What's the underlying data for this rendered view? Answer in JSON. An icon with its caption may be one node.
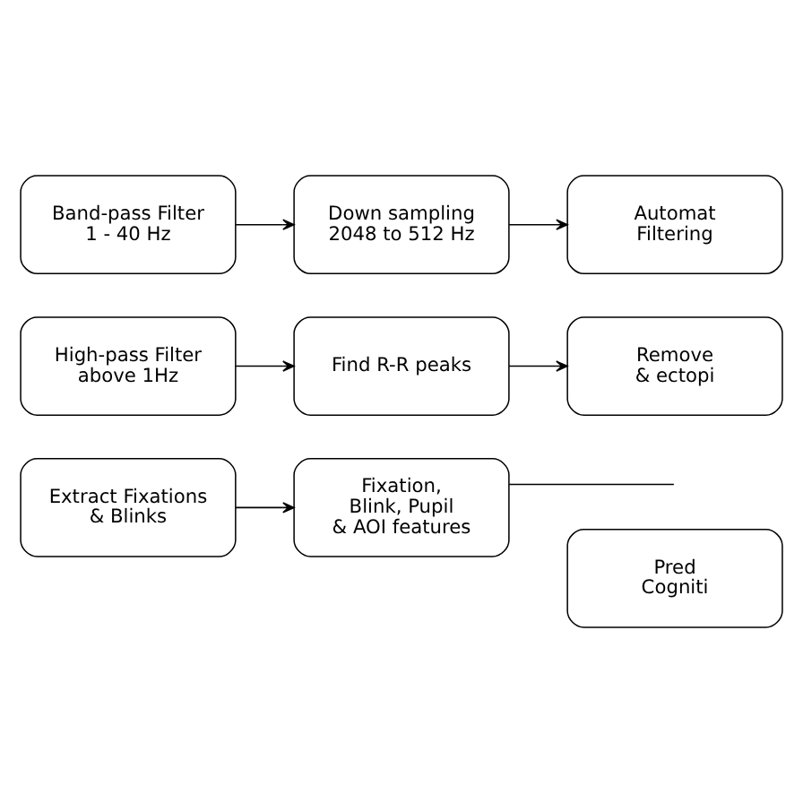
{
  "diagram": {
    "nodes": [
      {
        "text": [
          "Band-pass Filter 1 - 40 Hz"
        ]
      },
      {
        "text": [
          "Down sampling 2048 to 512 Hz"
        ]
      },
      {
        "text": [
          "Automat Filtering"
        ]
      },
      {
        "text": [
          "High-pass Filter above 1Hz"
        ]
      },
      {
        "text": [
          "Find R-R peaks"
        ]
      },
      {
        "text": [
          "Remove & ectopi"
        ]
      },
      {
        "text": [
          "Extract Fixations & Blinks"
        ]
      },
      {
        "text": [
          "Fixation, Blink, Pupil & AOI features"
        ]
      },
      {
        "text": [
          "Pred Cogniti"
        ]
      }
    ],
    "edges": [
      {
        "from": 0,
        "to": 1,
        "arrow": "to"
      },
      {
        "from": 1,
        "to": 2,
        "arrow": "to"
      },
      {
        "from": 3,
        "to": 4,
        "arrow": "to"
      },
      {
        "from": 4,
        "to": 5,
        "arrow": "to"
      },
      {
        "from": 6,
        "to": 7,
        "arrow": "to"
      },
      {
        "from": 7,
        "to": null,
        "arrow": "none"
      }
    ]
  }
}
